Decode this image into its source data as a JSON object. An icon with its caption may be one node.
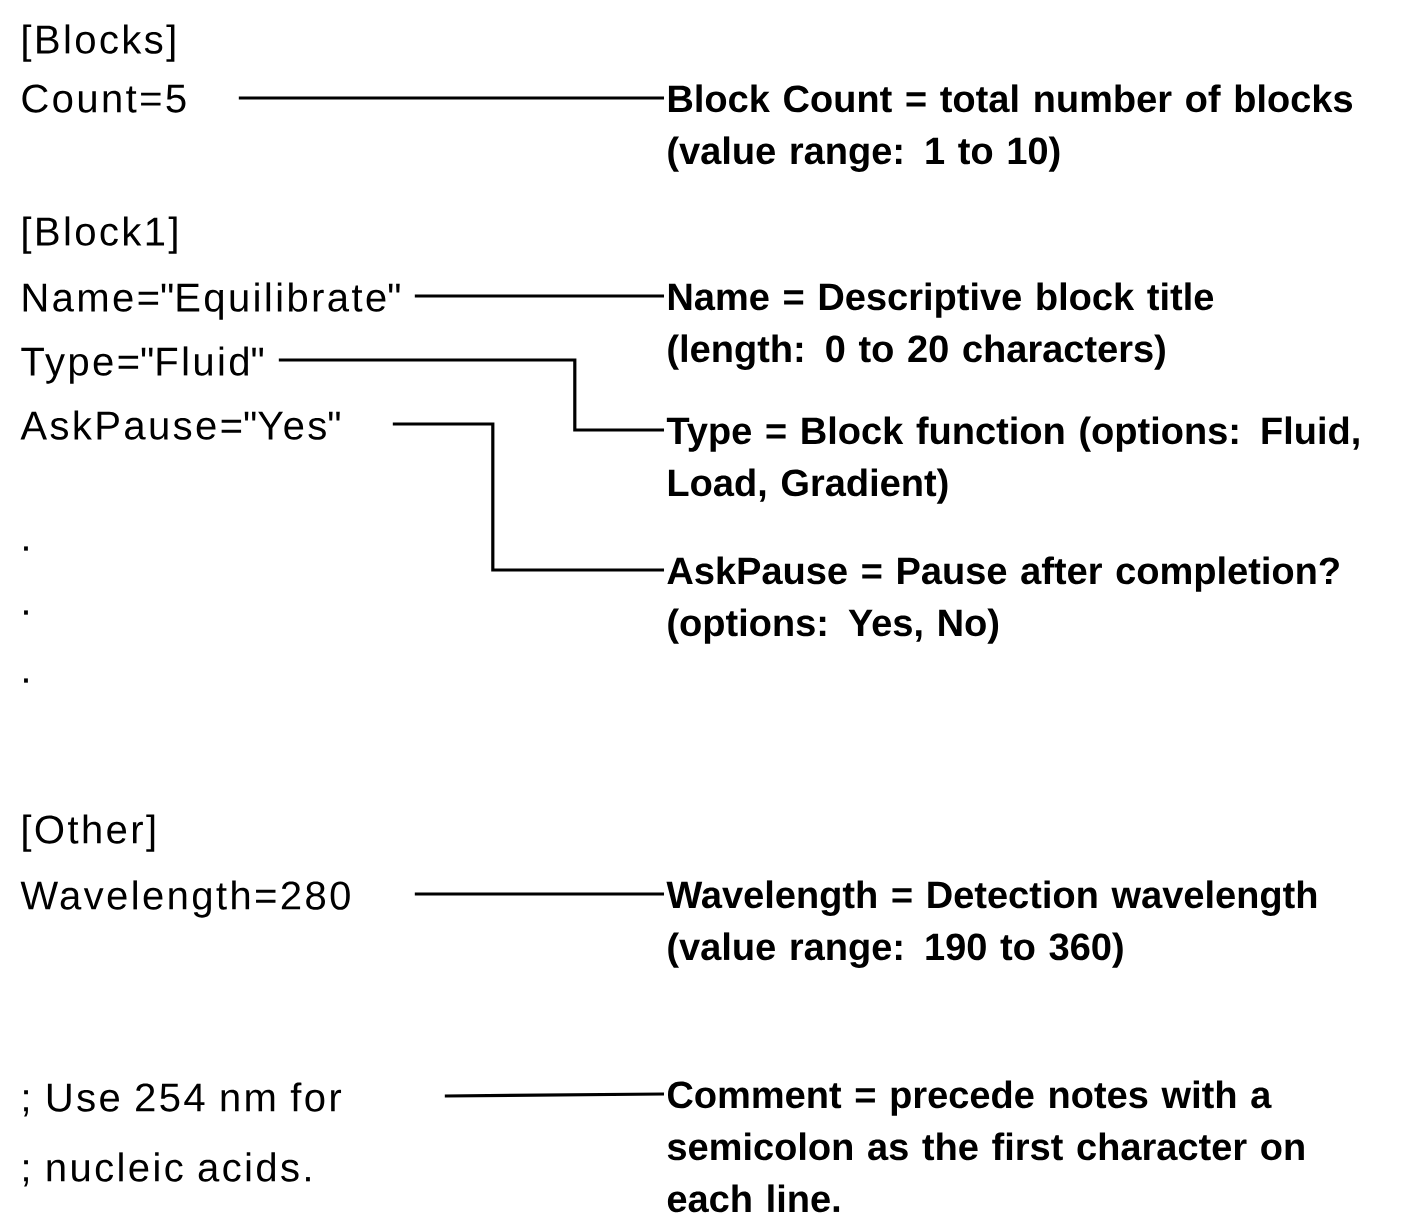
{
  "diagram": {
    "nodes": [
      {
        "text": [
          "Count=5"
        ]
      },
      {
        "text": [
          "Name=\"Equilibrate\""
        ]
      },
      {
        "text": [
          "Type=\"Fluid\""
        ]
      },
      {
        "text": [
          "AskPause=\"Yes\""
        ]
      },
      {
        "text": [
          "Wavelength=280"
        ]
      },
      {
        "text": [
          "; Use 254 nm for",
          "; nucleic acids."
        ]
      },
      {
        "text": [
          "Block Count = total number of blocks (value range: 1 to 10)"
        ]
      },
      {
        "text": [
          "Name = Descriptive block title (length: 0 to 20 characters)"
        ]
      },
      {
        "text": [
          "Type = Block function (options: Fluid, Load, Gradient)"
        ]
      },
      {
        "text": [
          "AskPause = Pause after completion? (options: Yes, No)"
        ]
      },
      {
        "text": [
          "Wavelength = Detection wavelength (value range: 190 to 360)"
        ]
      },
      {
        "text": [
          "Comment = precede notes with a semicolon as the first character on each line."
        ]
      }
    ],
    "edges": [
      {
        "from": 0,
        "to": 6,
        "arrow": "none"
      },
      {
        "from": 1,
        "to": 7,
        "arrow": "none"
      },
      {
        "from": 2,
        "to": 8,
        "arrow": "none"
      },
      {
        "from": 3,
        "to": 9,
        "arrow": "none"
      },
      {
        "from": 4,
        "to": 10,
        "arrow": "none"
      },
      {
        "from": 5,
        "to": 11,
        "arrow": "none"
      }
    ],
    "labels": [
      "[Blocks]",
      "[Block1]",
      ".",
      ".",
      ".",
      "[Other]"
    ]
  }
}
